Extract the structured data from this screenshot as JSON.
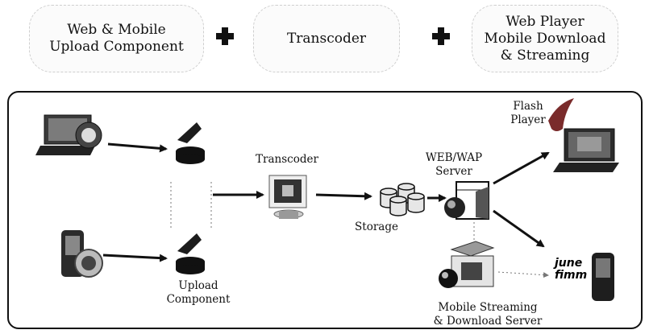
{
  "top_row": {
    "pill_1": "Web & Mobile\nUpload Component",
    "pill_2": "Transcoder",
    "pill_3": "Web Player\nMobile Download\n& Streaming"
  },
  "diagram": {
    "upload_label": "Upload\nComponent",
    "transcoder_label": "Transcoder",
    "storage_label": "Storage",
    "web_server_label": "WEB/WAP\nServer",
    "flash_label": "Flash\nPlayer",
    "mobile_server_label": "Mobile Streaming\n& Download Server",
    "june_label": "june\nfimm"
  },
  "icons": [
    "laptop-icon",
    "phone-icon",
    "upload-component-icon",
    "transcoder-computer-icon",
    "storage-icon",
    "web-server-icon",
    "flash-laptop-icon",
    "mobile-server-icon",
    "june-phone-icon",
    "plus-icon"
  ]
}
